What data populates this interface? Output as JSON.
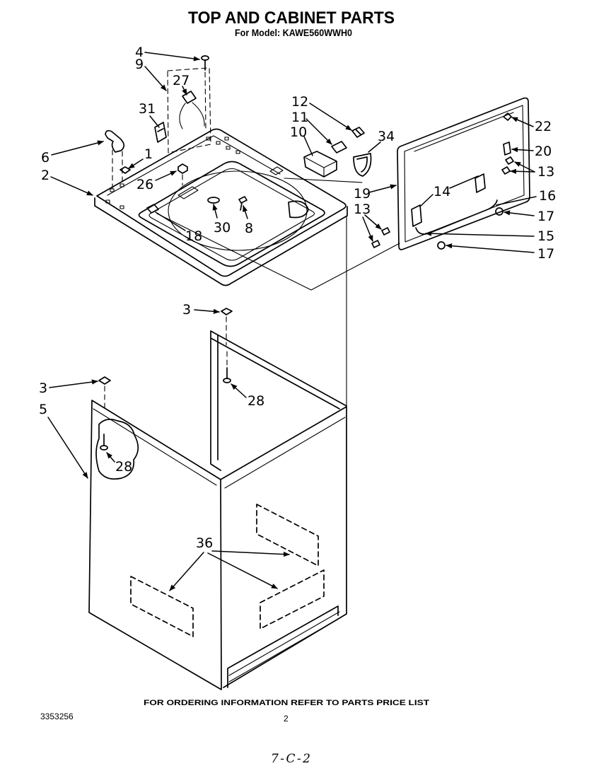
{
  "title": "TOP AND CABINET PARTS",
  "subtitle": "For Model: KAWE560WWH0",
  "callouts": {
    "top_panel": [
      "4",
      "9",
      "27",
      "31",
      "6",
      "1",
      "2",
      "26",
      "18",
      "30",
      "8",
      "12",
      "11",
      "10",
      "34"
    ],
    "lid": [
      "22",
      "20",
      "13",
      "14",
      "16",
      "19",
      "13",
      "17",
      "15",
      "17"
    ],
    "cabinet": [
      "3",
      "28",
      "3",
      "5",
      "28",
      "36"
    ]
  },
  "footer": {
    "ordering_note": "FOR ORDERING INFORMATION REFER TO PARTS PRICE LIST",
    "doc_number": "3353256",
    "page_number": "2",
    "handwritten_code": "7-C-2"
  },
  "colors": {
    "ink": "#000000",
    "paper": "#ffffff"
  }
}
